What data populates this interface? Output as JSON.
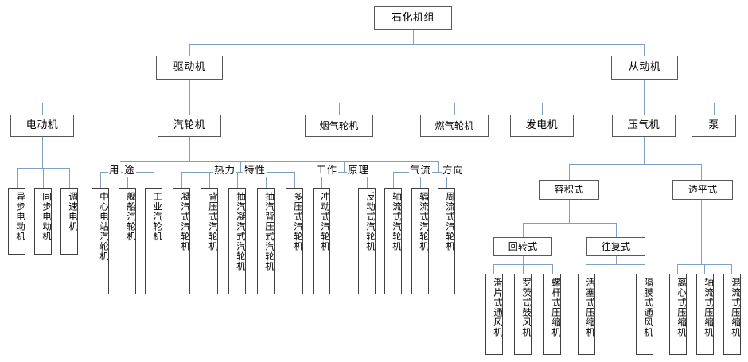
{
  "diagram": {
    "title": "石化机组",
    "root": {
      "label": "石化机组"
    },
    "level2": [
      {
        "label": "驱动机"
      },
      {
        "label": "从动机"
      }
    ],
    "level3_driver": [
      {
        "label": "电动机"
      },
      {
        "label": "汽轮机"
      },
      {
        "label": "烟气轮机"
      },
      {
        "label": "燃气轮机"
      }
    ],
    "level3_driven": [
      {
        "label": "发电机"
      },
      {
        "label": "压气机"
      },
      {
        "label": "泵"
      }
    ],
    "captions": [
      {
        "label": "用",
        "label2": "途"
      },
      {
        "label": "热力",
        "label2": "特性"
      },
      {
        "label": "工作",
        "label2": "原理"
      },
      {
        "label": "气流",
        "label2": "方向"
      }
    ],
    "motor_leaves": [
      {
        "label": "异步电动机"
      },
      {
        "label": "同步电动机"
      },
      {
        "label": "调速电机"
      }
    ],
    "turbine_use_leaves": [
      {
        "label": "中心电站汽轮机"
      },
      {
        "label": "舰船汽轮机"
      },
      {
        "label": "工业汽轮机"
      }
    ],
    "turbine_thermal_leaves": [
      {
        "label": "凝汽式汽轮机"
      },
      {
        "label": "背压式汽轮机"
      },
      {
        "label": "抽汽凝汽式汽轮机"
      },
      {
        "label": "抽汽背压式汽轮机"
      },
      {
        "label": "多压式汽轮机"
      }
    ],
    "turbine_principle_leaves": [
      {
        "label": "冲动式汽轮机"
      },
      {
        "label": "反动式汽轮机"
      }
    ],
    "turbine_flow_leaves": [
      {
        "label": "轴流式汽轮机"
      },
      {
        "label": "辐流式汽轮机"
      },
      {
        "label": "周流式汽轮机"
      }
    ],
    "compressor_types": [
      {
        "label": "容积式"
      },
      {
        "label": "透平式"
      }
    ],
    "volumetric_types": [
      {
        "label": "回转式"
      },
      {
        "label": "往复式"
      }
    ],
    "rotary_leaves": [
      {
        "label": "滑片式通风机"
      },
      {
        "label": "罗茨式鼓风机"
      },
      {
        "label": "螺杆式压缩机"
      }
    ],
    "reciprocating_leaves": [
      {
        "label": "活塞式压缩机"
      },
      {
        "label": "隔膜式通风机"
      }
    ],
    "turbo_leaves": [
      {
        "label": "离心式压缩机"
      },
      {
        "label": "轴流式压缩机"
      },
      {
        "label": "混流式压缩机"
      }
    ],
    "colors": {
      "connector": "#7f9fc4",
      "node_border": "#595959",
      "leaf_border": "#404040",
      "background": "#ffffff",
      "text": "#000000"
    }
  }
}
